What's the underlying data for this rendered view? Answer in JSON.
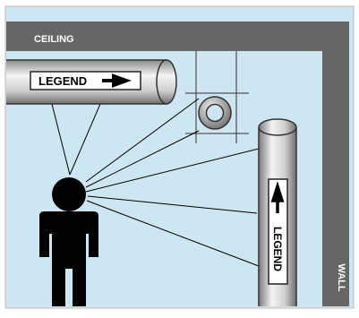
{
  "labels": {
    "ceiling": "CEILING",
    "wall": "WALL",
    "pipe_legend_horizontal": "LEGEND",
    "pipe_legend_vertical": "LEGEND"
  },
  "colors": {
    "background": "#cde6f2",
    "frame": "#666666",
    "label_text": "#ffffff",
    "pipe_dark": "#7a7a7a",
    "pipe_light": "#f2f2f2",
    "sight_line": "#000000",
    "person": "#000000"
  },
  "icons": {
    "person": "person-silhouette-icon",
    "arrow_right": "arrow-right-icon",
    "arrow_up": "arrow-up-icon"
  }
}
